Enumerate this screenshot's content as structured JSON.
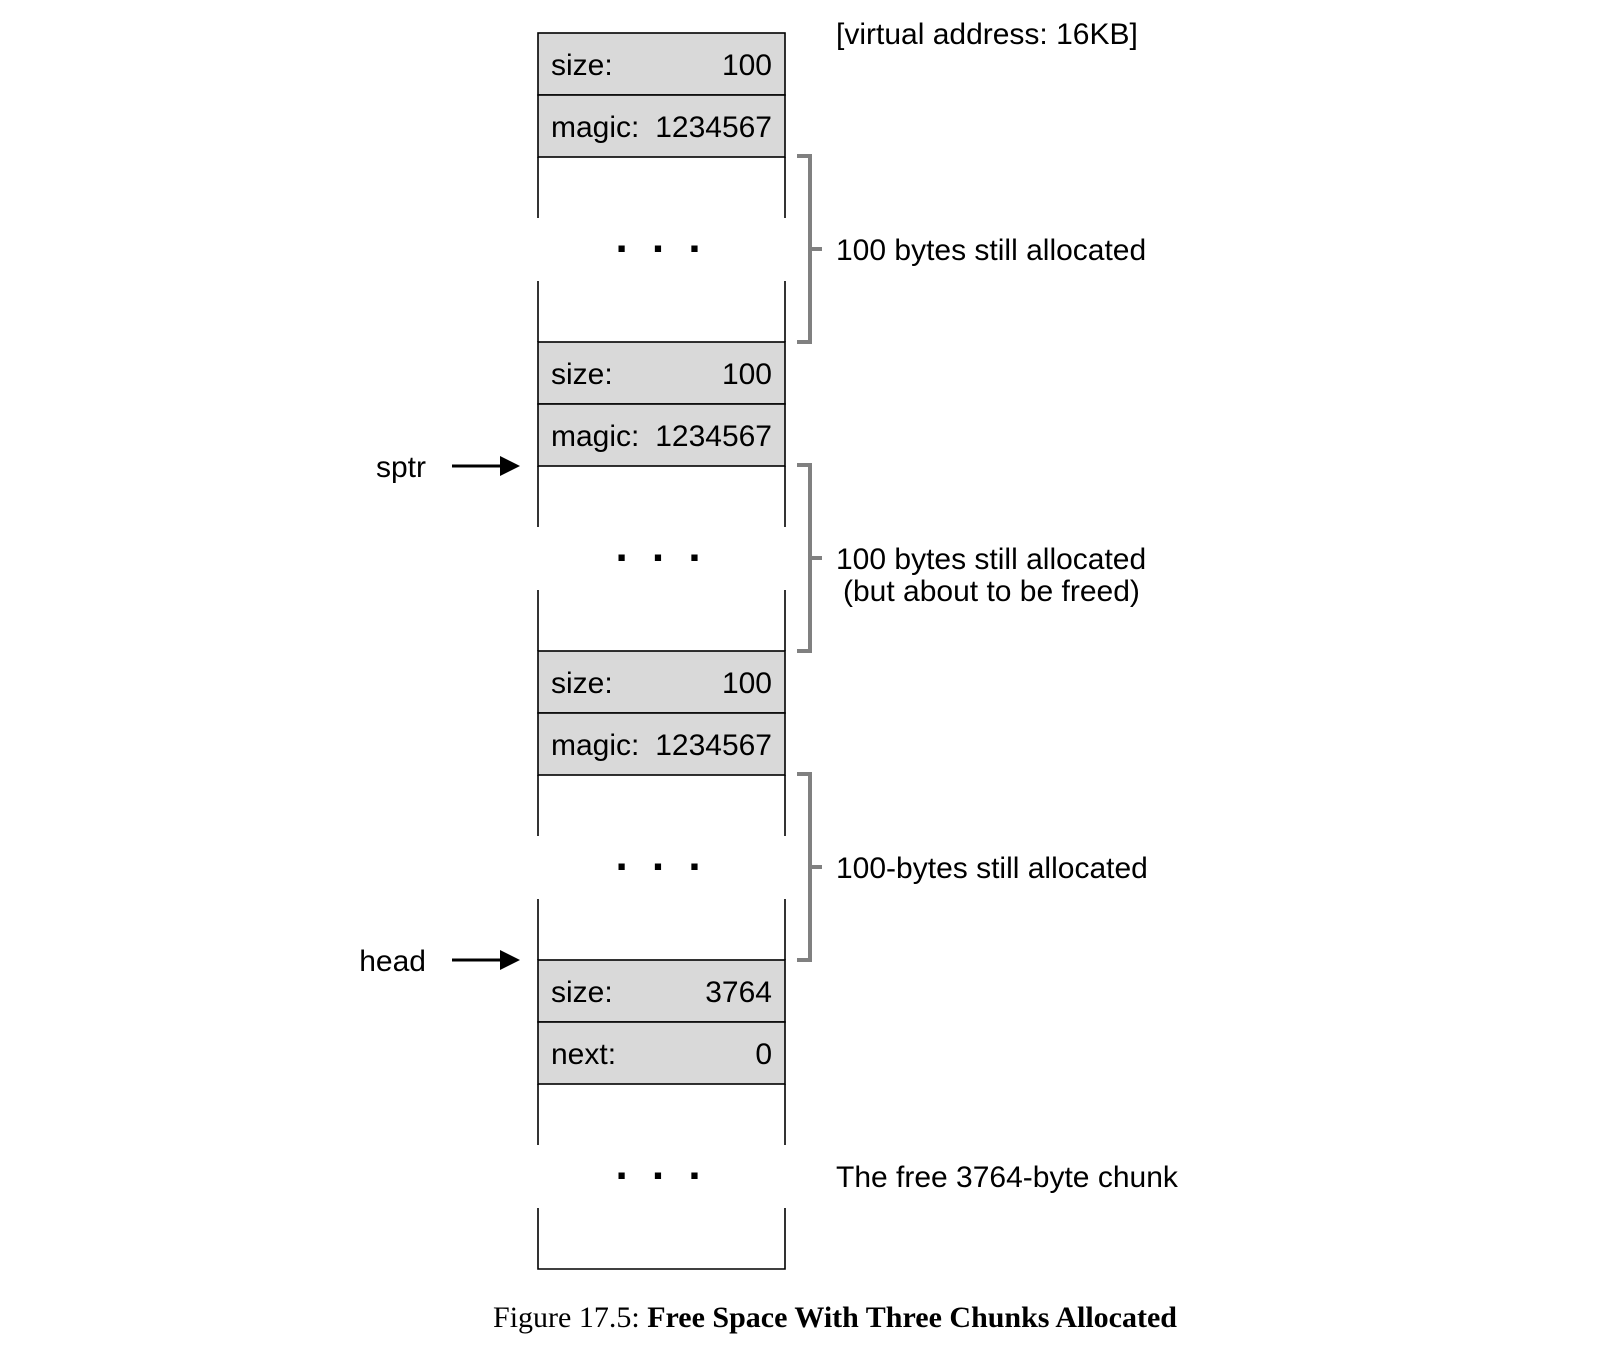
{
  "address_label": "[virtual address: 16KB]",
  "header_color": "#d9d9d9",
  "bracket_color": "#808080",
  "ellipsis": ". . .",
  "chunks": [
    {
      "header": [
        {
          "key": "size:",
          "value": "100"
        },
        {
          "key": "magic:",
          "value": "1234567"
        }
      ],
      "annotation": [
        "100 bytes still allocated"
      ]
    },
    {
      "header": [
        {
          "key": "size:",
          "value": "100"
        },
        {
          "key": "magic:",
          "value": "1234567"
        }
      ],
      "annotation": [
        "100 bytes still allocated",
        "(but about to be freed)"
      ]
    },
    {
      "header": [
        {
          "key": "size:",
          "value": "100"
        },
        {
          "key": "magic:",
          "value": "1234567"
        }
      ],
      "annotation": [
        "100-bytes still allocated"
      ]
    },
    {
      "header": [
        {
          "key": "size:",
          "value": "3764"
        },
        {
          "key": "next:",
          "value": "0"
        }
      ],
      "annotation": [
        "The free 3764-byte chunk"
      ]
    }
  ],
  "pointers": [
    {
      "label": "sptr"
    },
    {
      "label": "head"
    }
  ],
  "caption": {
    "prefix": "Figure 17.5: ",
    "title": "Free Space With Three Chunks Allocated"
  }
}
